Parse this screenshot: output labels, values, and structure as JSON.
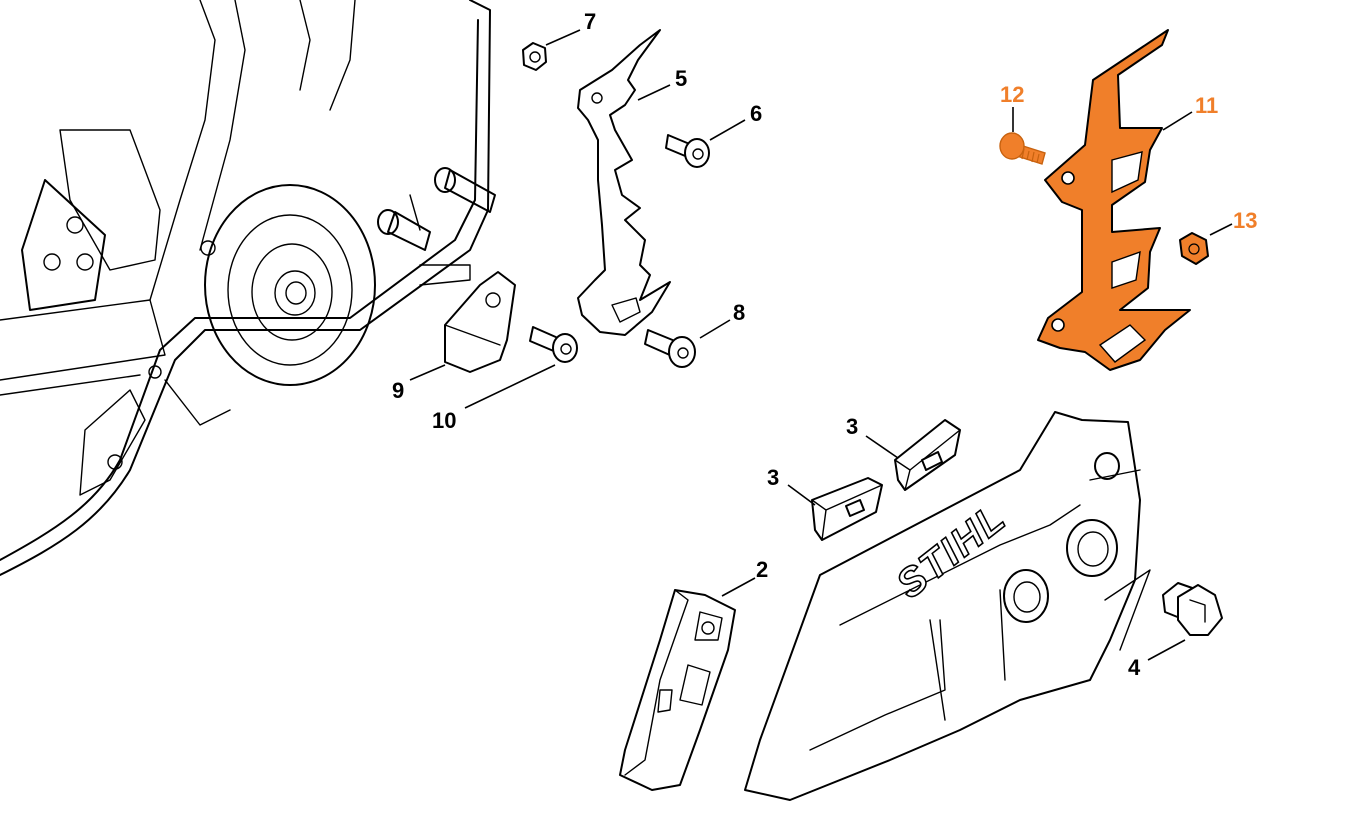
{
  "diagram": {
    "brand_logo": "STIHL",
    "highlight_color": "#f07f2a",
    "callouts": [
      {
        "id": "2",
        "label": "2",
        "highlighted": false
      },
      {
        "id": "3a",
        "label": "3",
        "highlighted": false
      },
      {
        "id": "3b",
        "label": "3",
        "highlighted": false
      },
      {
        "id": "4",
        "label": "4",
        "highlighted": false
      },
      {
        "id": "5",
        "label": "5",
        "highlighted": false
      },
      {
        "id": "6",
        "label": "6",
        "highlighted": false
      },
      {
        "id": "7",
        "label": "7",
        "highlighted": false
      },
      {
        "id": "8",
        "label": "8",
        "highlighted": false
      },
      {
        "id": "9",
        "label": "9",
        "highlighted": false
      },
      {
        "id": "10",
        "label": "10",
        "highlighted": false
      },
      {
        "id": "11",
        "label": "11",
        "highlighted": true
      },
      {
        "id": "12",
        "label": "12",
        "highlighted": true
      },
      {
        "id": "13",
        "label": "13",
        "highlighted": true
      }
    ]
  }
}
